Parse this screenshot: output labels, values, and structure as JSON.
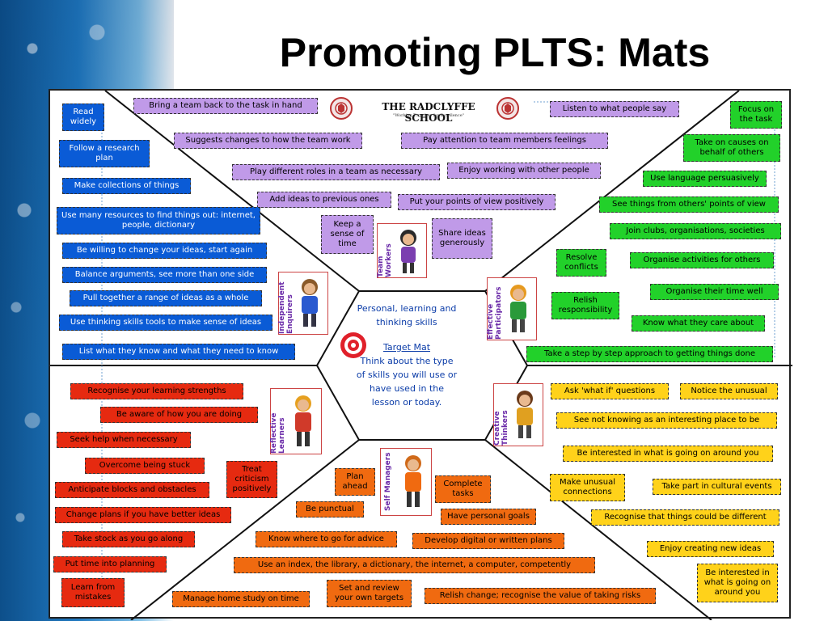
{
  "slide": {
    "title": "Promoting PLTS: Mats"
  },
  "school": {
    "name": "THE RADCLYFFE SCHOOL",
    "motto": "\"Working Together for Excellence\""
  },
  "center": {
    "heading": "Personal, learning and thinking skills",
    "target_label": "Target Mat",
    "description": "Think about the type of skills you will use or have used in the lesson or today."
  },
  "characters": {
    "team_workers": "Team Workers",
    "independent_enquirers": "Independent Enquirers",
    "effective_participators": "Effective Participators",
    "reflective_learners": "Reflective Learners",
    "creative_thinkers": "Creative Thinkers",
    "self_managers": "Self Managers"
  },
  "team_workers": [
    "Bring a team back to the task in hand",
    "Listen to what people say",
    "Suggests changes to how the team work",
    "Pay attention to team members feelings",
    "Play different roles in a team as necessary",
    "Enjoy working with other people",
    "Add ideas to previous ones",
    "Put your points of view positively",
    "Keep a sense of time",
    "Share ideas generously"
  ],
  "independent_enquirers": [
    "Read widely",
    "Follow a research plan",
    "Make collections of things",
    "Use many resources to find things out: internet, people, dictionary",
    "Be willing to change your ideas, start again",
    "Balance arguments, see more than one side",
    "Pull together a range of ideas as a whole",
    "Use thinking skills tools to make sense of ideas",
    "List what they know and what they need to know"
  ],
  "effective_participators": [
    "Focus on the task",
    "Take on causes on behalf of others",
    "Use language persuasively",
    "See things from others' points of view",
    "Join clubs, organisations, societies",
    "Resolve conflicts",
    "Organise activities for others",
    "Organise their time well",
    "Relish responsibility",
    "Know what they care about",
    "Take a step by step approach to getting things done"
  ],
  "reflective_learners": [
    "Recognise your learning strengths",
    "Be aware of how you are doing",
    "Seek help when necessary",
    "Overcome being stuck",
    "Treat criticism positively",
    "Anticipate blocks and obstacles",
    "Change plans if you have better ideas",
    "Take stock as you go along",
    "Put time into planning",
    "Learn from mistakes"
  ],
  "creative_thinkers": [
    "Ask 'what if' questions",
    "Notice the unusual",
    "See not knowing as an interesting place to be",
    "Be interested in what is going on around you",
    "Make unusual connections",
    "Take part in cultural events",
    "Recognise that things could be different",
    "Enjoy creating new ideas",
    "Be interested in what is going on around you"
  ],
  "self_managers": [
    "Plan ahead",
    "Complete tasks",
    "Be punctual",
    "Have personal goals",
    "Know where to go for advice",
    "Develop digital or written plans",
    "Use an index, the library, a dictionary, the internet, a computer, competently",
    "Manage home study on time",
    "Set and review your own targets",
    "Relish change; recognise the value of taking risks"
  ],
  "colors": {
    "team_workers": "#c09ae8",
    "independent_enquirers": "#0a5bd6",
    "effective_participators": "#22d12a",
    "reflective_learners": "#e62a10",
    "creative_thinkers": "#ffd21a",
    "self_managers": "#f06a10"
  }
}
